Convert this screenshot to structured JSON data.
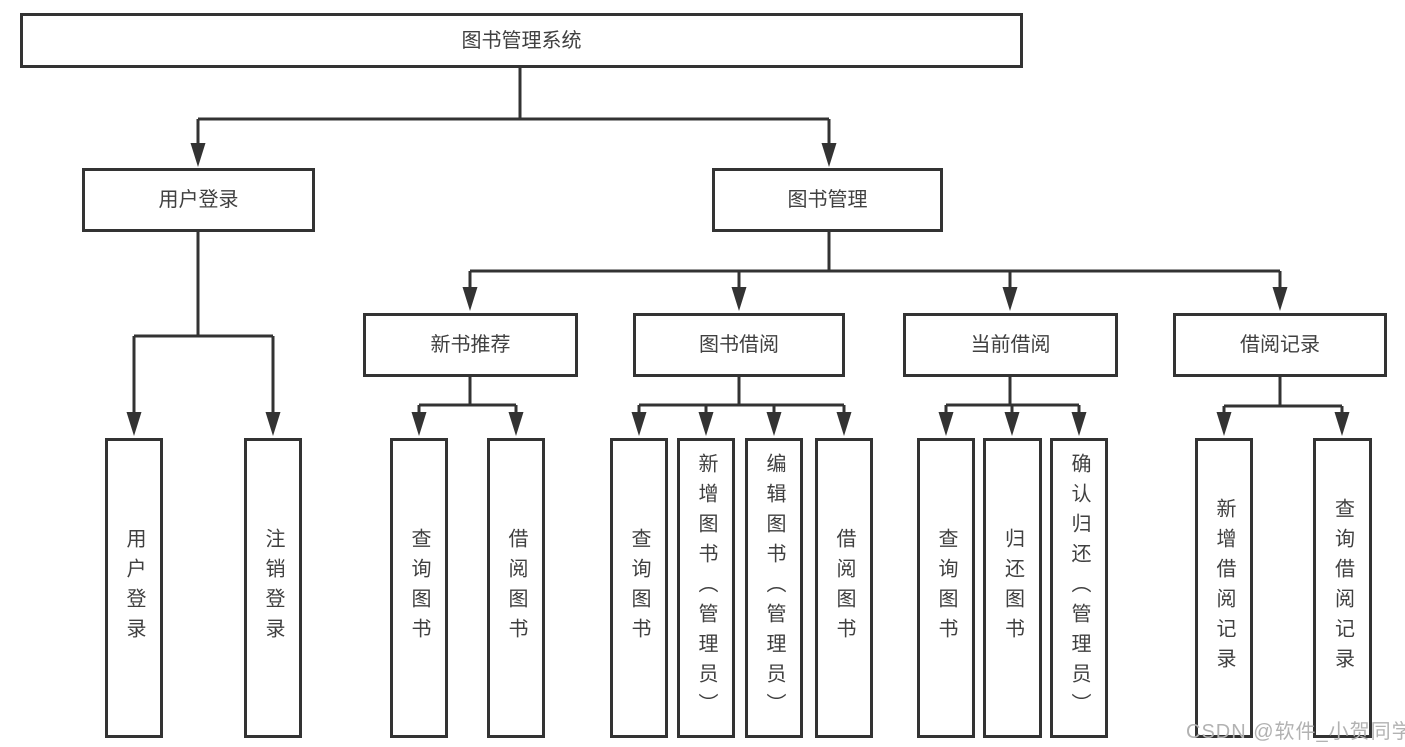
{
  "diagram": {
    "root": {
      "label": "图书管理系统"
    },
    "branches": [
      {
        "label": "用户登录",
        "children": [
          {
            "label": "用户登录"
          },
          {
            "label": "注销登录"
          }
        ]
      },
      {
        "label": "图书管理",
        "children": [
          {
            "label": "新书推荐",
            "children": [
              {
                "label": "查询图书"
              },
              {
                "label": "借阅图书"
              }
            ]
          },
          {
            "label": "图书借阅",
            "children": [
              {
                "label": "查询图书"
              },
              {
                "label": "新增图书（管理员）"
              },
              {
                "label": "编辑图书（管理员）"
              },
              {
                "label": "借阅图书"
              }
            ]
          },
          {
            "label": "当前借阅",
            "children": [
              {
                "label": "查询图书"
              },
              {
                "label": "归还图书"
              },
              {
                "label": "确认归还（管理员）"
              }
            ]
          },
          {
            "label": "借阅记录",
            "children": [
              {
                "label": "新增借阅记录"
              },
              {
                "label": "查询借阅记录"
              }
            ]
          }
        ]
      }
    ]
  },
  "watermark": {
    "text": "CSDN @软件_小贺同学"
  },
  "colors": {
    "line": "#333333",
    "box_border": "#333333",
    "text": "#404040",
    "watermark": "#b2b2b2",
    "background": "#ffffff"
  }
}
